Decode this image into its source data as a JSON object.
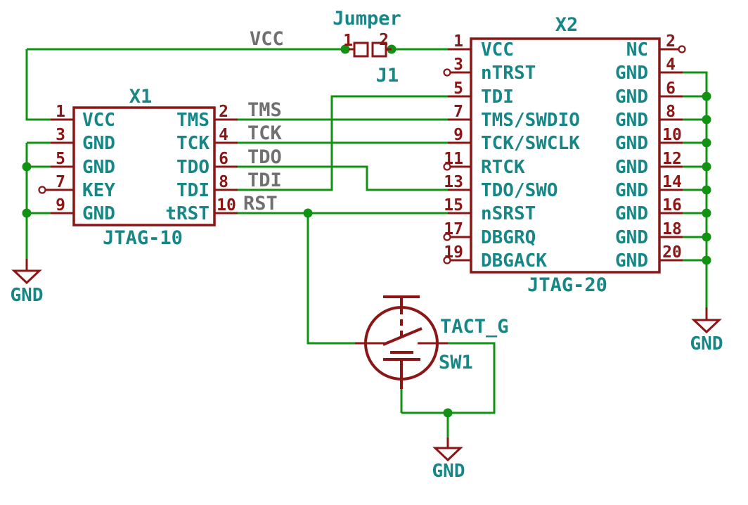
{
  "colors": {
    "wire_green": "#129212",
    "component_red": "#8b1616",
    "text_teal": "#168686",
    "net_label_gray": "#707070",
    "background": "#ffffff"
  },
  "jumper": {
    "ref": "J1",
    "value": "Jumper",
    "pin1": "1",
    "pin2": "2"
  },
  "x1": {
    "ref": "X1",
    "value": "JTAG-10",
    "pins_left": [
      {
        "n": "1",
        "name": "VCC"
      },
      {
        "n": "3",
        "name": "GND"
      },
      {
        "n": "5",
        "name": "GND"
      },
      {
        "n": "7",
        "name": "KEY"
      },
      {
        "n": "9",
        "name": "GND"
      }
    ],
    "pins_right": [
      {
        "n": "2",
        "name": "TMS"
      },
      {
        "n": "4",
        "name": "TCK"
      },
      {
        "n": "6",
        "name": "TDO"
      },
      {
        "n": "8",
        "name": "TDI"
      },
      {
        "n": "10",
        "name": "tRST"
      }
    ]
  },
  "x2": {
    "ref": "X2",
    "value": "JTAG-20",
    "pins_left": [
      {
        "n": "1",
        "name": "VCC"
      },
      {
        "n": "3",
        "name": "nTRST"
      },
      {
        "n": "5",
        "name": "TDI"
      },
      {
        "n": "7",
        "name": "TMS/SWDIO"
      },
      {
        "n": "9",
        "name": "TCK/SWCLK"
      },
      {
        "n": "11",
        "name": "RTCK"
      },
      {
        "n": "13",
        "name": "TDO/SWO"
      },
      {
        "n": "15",
        "name": "nSRST"
      },
      {
        "n": "17",
        "name": "DBGRQ"
      },
      {
        "n": "19",
        "name": "DBGACK"
      }
    ],
    "pins_right": [
      {
        "n": "2",
        "name": "NC"
      },
      {
        "n": "4",
        "name": "GND"
      },
      {
        "n": "6",
        "name": "GND"
      },
      {
        "n": "8",
        "name": "GND"
      },
      {
        "n": "10",
        "name": "GND"
      },
      {
        "n": "12",
        "name": "GND"
      },
      {
        "n": "14",
        "name": "GND"
      },
      {
        "n": "16",
        "name": "GND"
      },
      {
        "n": "18",
        "name": "GND"
      },
      {
        "n": "20",
        "name": "GND"
      }
    ]
  },
  "switch": {
    "ref": "SW1",
    "value": "TACT_G"
  },
  "net_labels": {
    "vcc": "VCC",
    "tms": "TMS",
    "tck": "TCK",
    "tdo": "TDO",
    "tdi": "TDI",
    "rst": "RST"
  },
  "gnd": {
    "left": "GND",
    "center": "GND",
    "right": "GND"
  }
}
